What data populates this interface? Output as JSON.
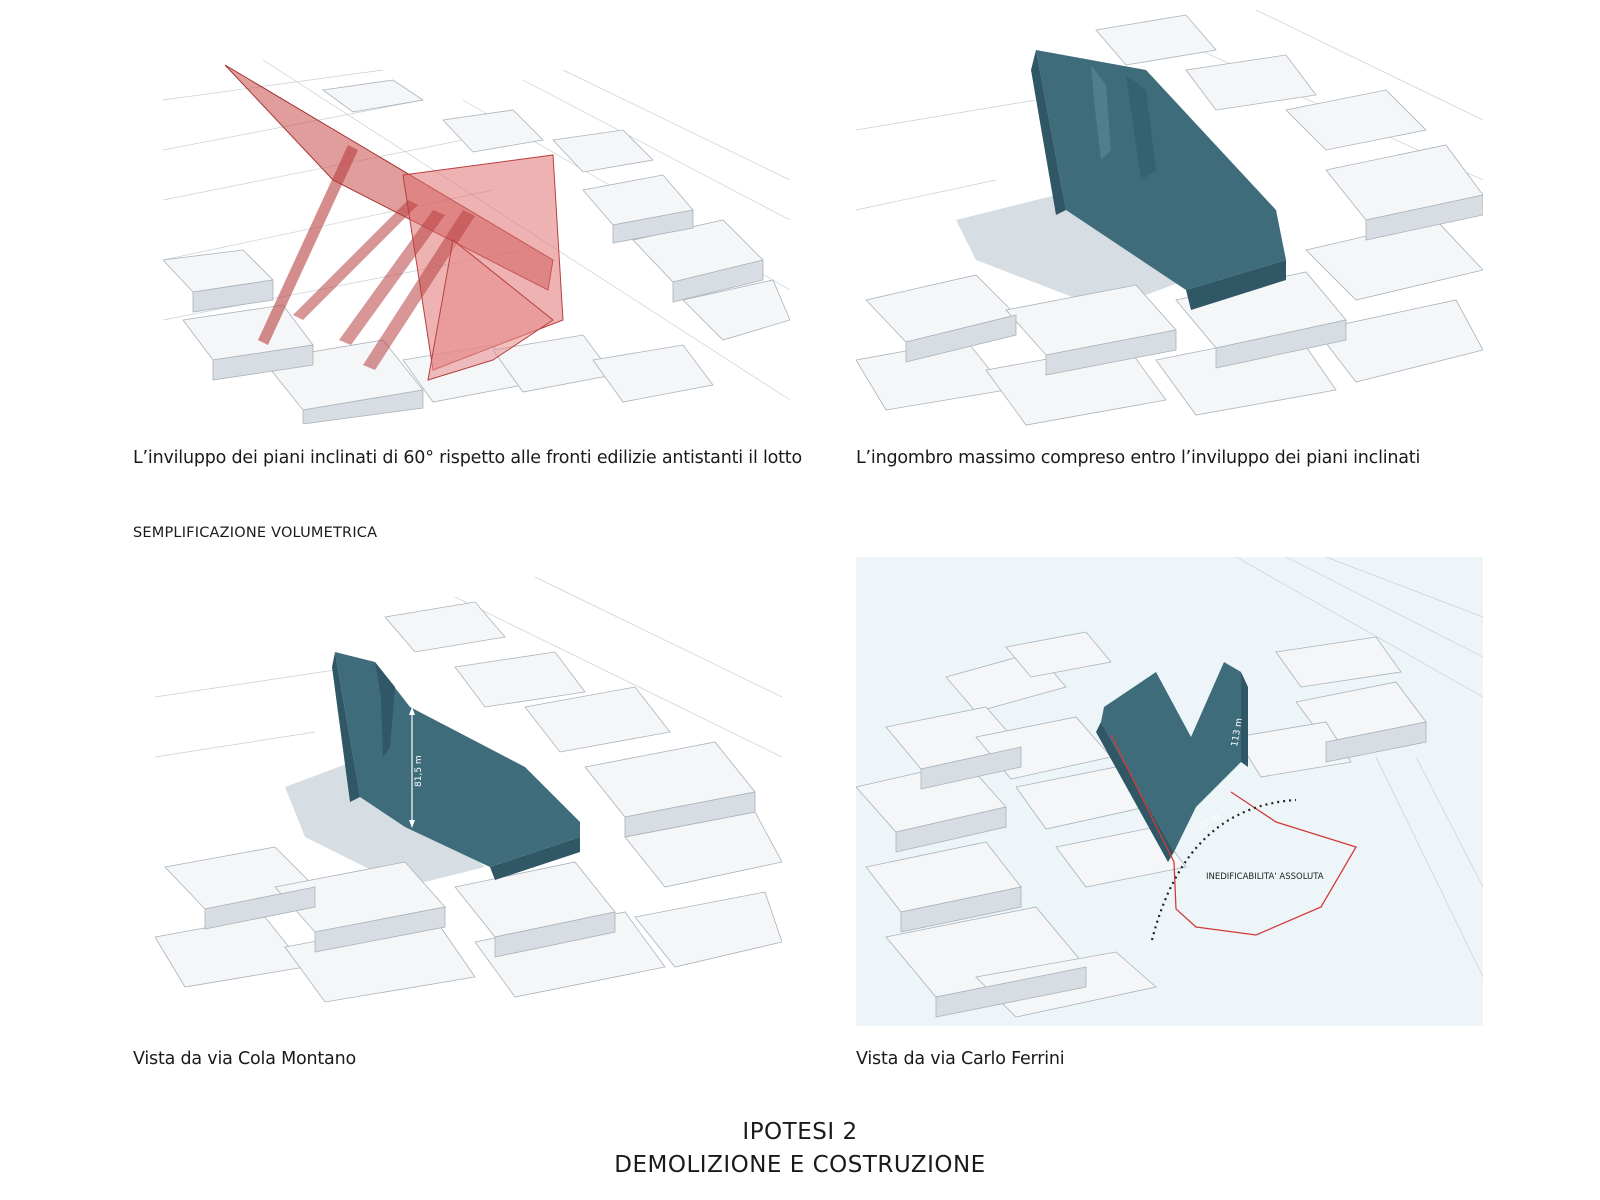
{
  "captions": {
    "panel1": "L’inviluppo dei piani inclinati di 60° rispetto alle fronti edilizie antistanti il lotto",
    "panel2": "L’ingombro massimo compreso entro l’inviluppo dei piani inclinati",
    "panel3": "Vista da via Cola Montano",
    "panel4": "Vista da via Carlo Ferrini"
  },
  "section_label": "SEMPLIFICAZIONE VOLUMETRICA",
  "title": {
    "line1": "IPOTESI 2",
    "line2": "DEMOLIZIONE E COSTRUZIONE"
  },
  "annotations": {
    "height_cola_montano": "81,5 m",
    "height_carlo_ferrini": "113 m",
    "width_carlo_ferrini": "70 m",
    "zone_label": "INEDIFICABILITA' ASSOLUTA"
  },
  "colors": {
    "volume_teal": "#3e6c7a",
    "envelope_red": "#c94a4a",
    "zone_line_red": "#d23a3a",
    "building_fill": "#f4f6f8"
  }
}
